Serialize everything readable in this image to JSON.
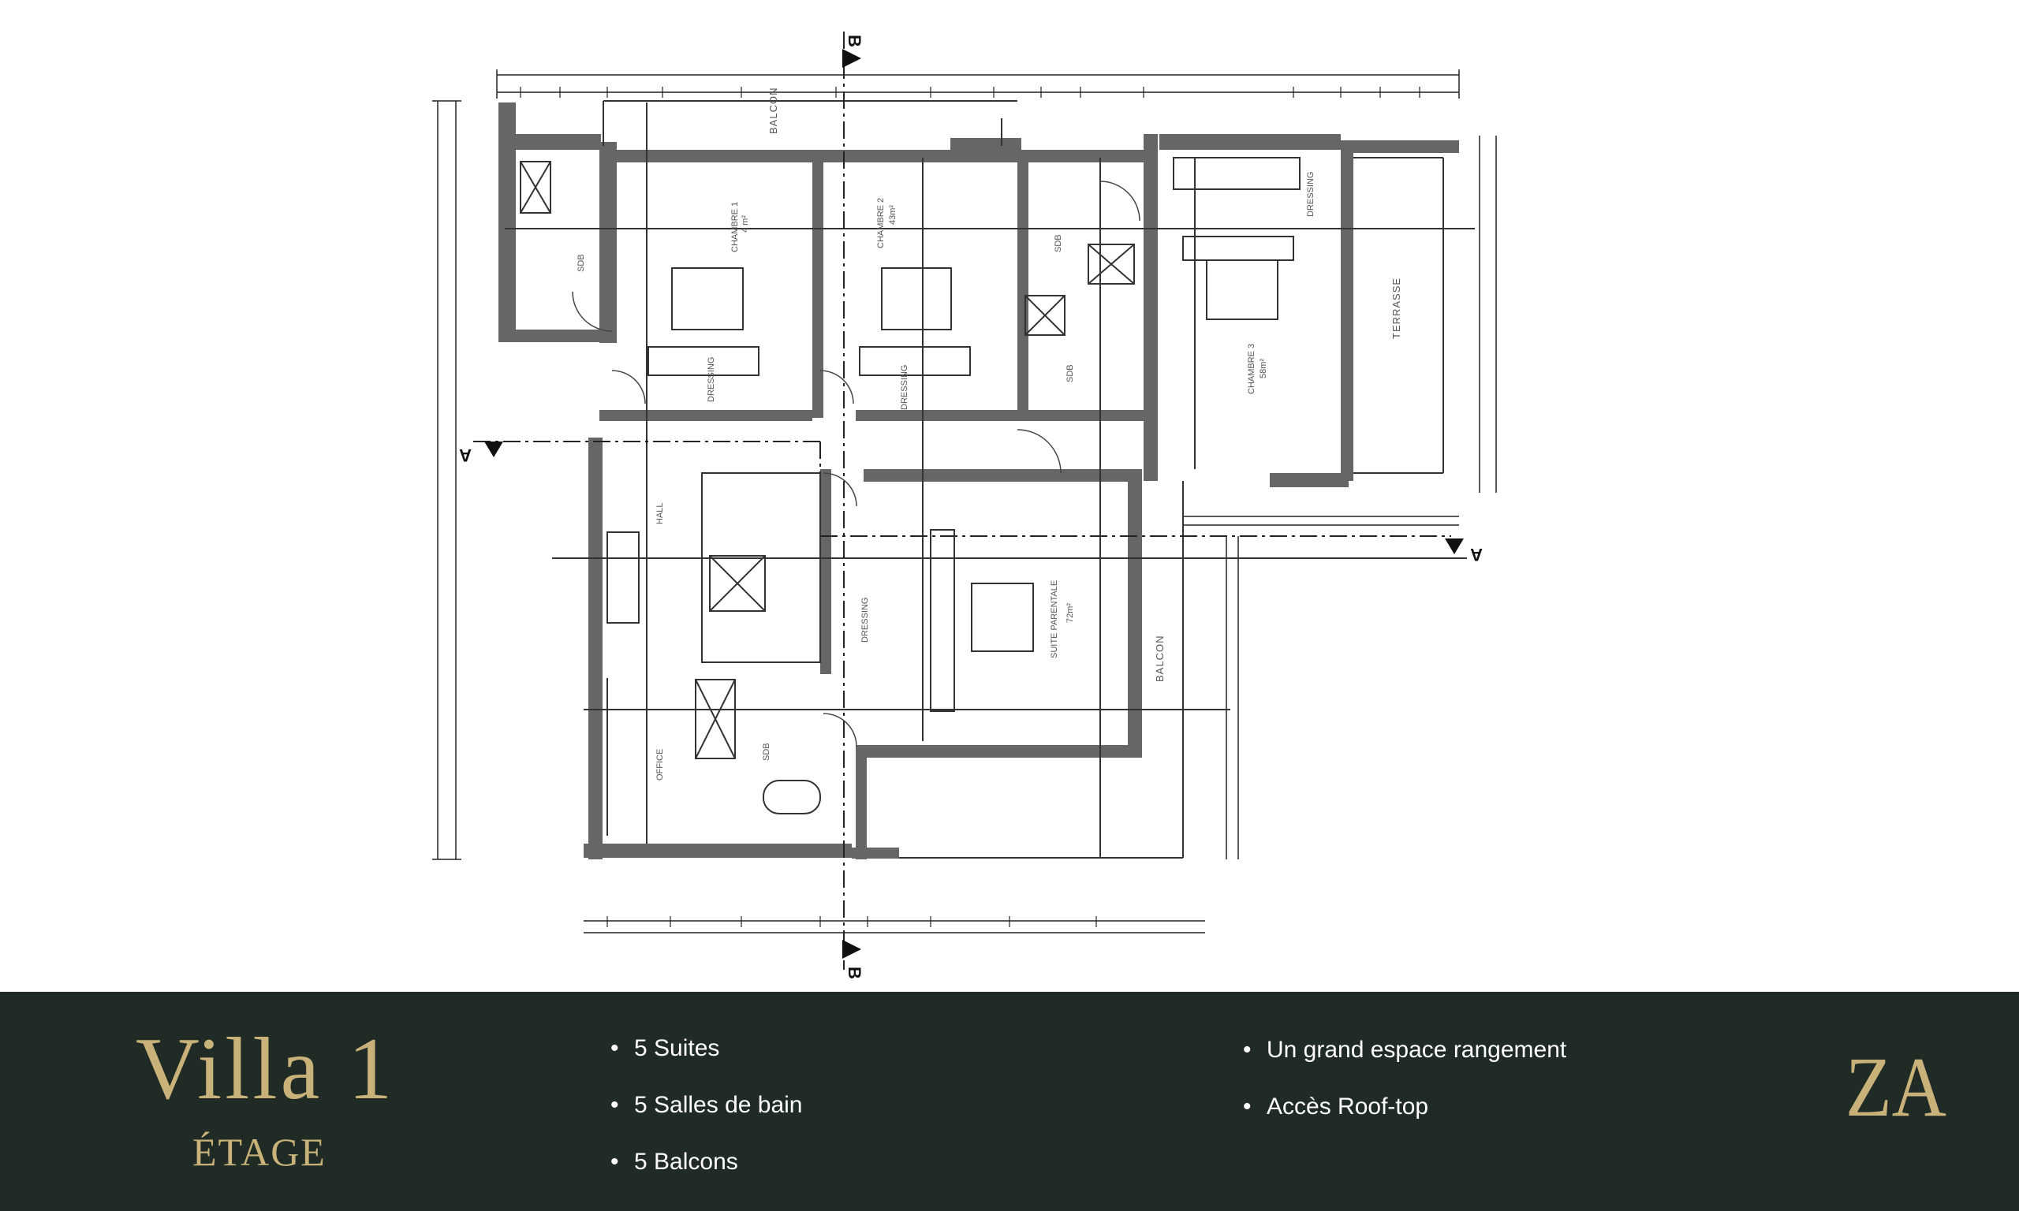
{
  "plan": {
    "rooms": {
      "balcon_top": "BALCON",
      "chambre1": "CHAMBRE 1",
      "chambre1_area": "4 m²",
      "chambre2": "CHAMBRE 2",
      "chambre2_area": "43m²",
      "chambre3": "CHAMBRE 3",
      "chambre3_area": "58m²",
      "sdb_left": "SDB",
      "sdb_mid_top": "SDB",
      "sdb_mid": "SDB",
      "sdb_bottom": "SDB",
      "dressing1": "DRESSING",
      "dressing2": "DRESSING",
      "dressing3": "DRESSING",
      "dressing_suite": "DRESSING",
      "terrasse": "TERRASSE",
      "hall": "HALL",
      "suite": "SUITE PARENTALE",
      "suite_area": "72m²",
      "balcon_right": "BALCON",
      "office": "OFFICE"
    },
    "section_a": "A",
    "section_b": "B"
  },
  "footer": {
    "title": "Villa 1",
    "subtitle": "ÉTAGE",
    "features_col1": [
      "5 Suites",
      "5 Salles de bain",
      "5 Balcons"
    ],
    "features_col2": [
      "Un grand espace rangement",
      "Accès Roof-top"
    ],
    "logo": "ZA"
  },
  "colors": {
    "footer_bg": "#1f2b24",
    "gold": "#c9b27a",
    "wall": "#666666"
  }
}
